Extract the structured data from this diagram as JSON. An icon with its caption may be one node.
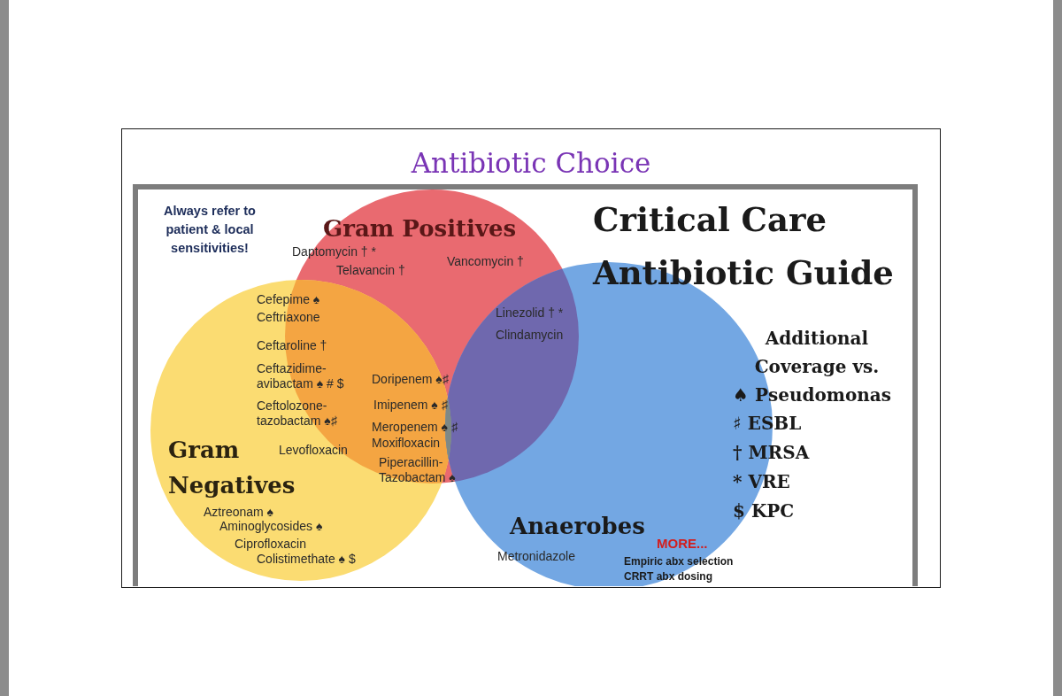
{
  "diagram": {
    "title": "Antibiotic Choice",
    "nodes": [
      {
        "text": [
          "Gram Positives"
        ]
      },
      {
        "text": [
          "Gram Negatives"
        ]
      },
      {
        "text": [
          "Anaerobes"
        ]
      }
    ],
    "labels": [
      "Always refer to patient & local sensitivities!",
      "Critical Care Antibiotic Guide",
      "Daptomycin † *",
      "Telavancin †",
      "Vancomycin †",
      "Cefepime ♠",
      "Ceftriaxone",
      "Linezolid † *",
      "Clindamycin",
      "Additional Coverage vs.",
      "Ceftaroline †",
      "Ceftazidime- avibactam ♠ # $",
      "Doripenem ♠♯",
      "♠ Pseudomonas",
      "Imipenem ♠ ♯",
      "Ceftolozone- tazobactam ♠♯",
      "Meropenem ♠ ♯",
      "♯ ESBL",
      "Moxifloxacin",
      "Levofloxacin",
      "† MRSA",
      "Piperacillin- Tazobactam ♠",
      "* VRE",
      "Aztreonam ♠",
      "$ KPC",
      "Aminoglycosides ♠",
      "Ciprofloxacin",
      "MORE...",
      "Colistimethate ♠ $",
      "Metronidazole",
      "Empiric abx selection",
      "CRRT abx dosing"
    ]
  }
}
